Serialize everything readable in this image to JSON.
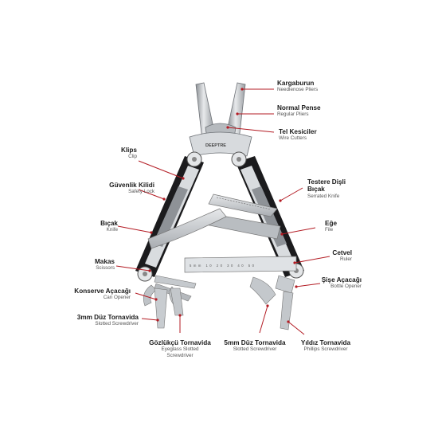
{
  "brand": "DEEPTRE",
  "ruler_text": "5mm 10 20 30 40 50",
  "colors": {
    "leader": "#b31b23",
    "steel": "#c9ccd0",
    "handle": "#1b1b1d",
    "text": "#1a1a1a",
    "subtext": "#555555"
  },
  "labels": [
    {
      "id": "needlenose",
      "tr": "Kargaburun",
      "en": "Needlenose Pliers"
    },
    {
      "id": "regular",
      "tr": "Normal Pense",
      "en": "Regular Pliers"
    },
    {
      "id": "wire",
      "tr": "Tel Kesiciler",
      "en": "Wire Cutters"
    },
    {
      "id": "clip",
      "tr": "Klips",
      "en": "Clip"
    },
    {
      "id": "safety",
      "tr": "Güvenlik Kilidi",
      "en": "Safety Lock"
    },
    {
      "id": "serrated",
      "tr": "Testere Dişli Bıçak",
      "en": "Serrated Knife"
    },
    {
      "id": "knife",
      "tr": "Bıçak",
      "en": "Knife"
    },
    {
      "id": "file",
      "tr": "Eğe",
      "en": "File"
    },
    {
      "id": "ruler",
      "tr": "Cetvel",
      "en": "Ruler"
    },
    {
      "id": "scissors",
      "tr": "Makas",
      "en": "Scissors"
    },
    {
      "id": "bottle",
      "tr": "Şişe Açacağı",
      "en": "Bottle Opener"
    },
    {
      "id": "can",
      "tr": "Konserve Açacağı",
      "en": "Can Opener"
    },
    {
      "id": "slot3",
      "tr": "3mm Düz Tornavida",
      "en": "Slotted Screwdriver"
    },
    {
      "id": "eyeglass",
      "tr": "Gözlükçü Tornavida",
      "en": "Eyeglass Slotted Screwdriver"
    },
    {
      "id": "slot5",
      "tr": "5mm Düz Tornavida",
      "en": "Slotted Screwdriver"
    },
    {
      "id": "phillips",
      "tr": "Yıldız Tornavida",
      "en": "Phillips Screwdriver"
    }
  ]
}
